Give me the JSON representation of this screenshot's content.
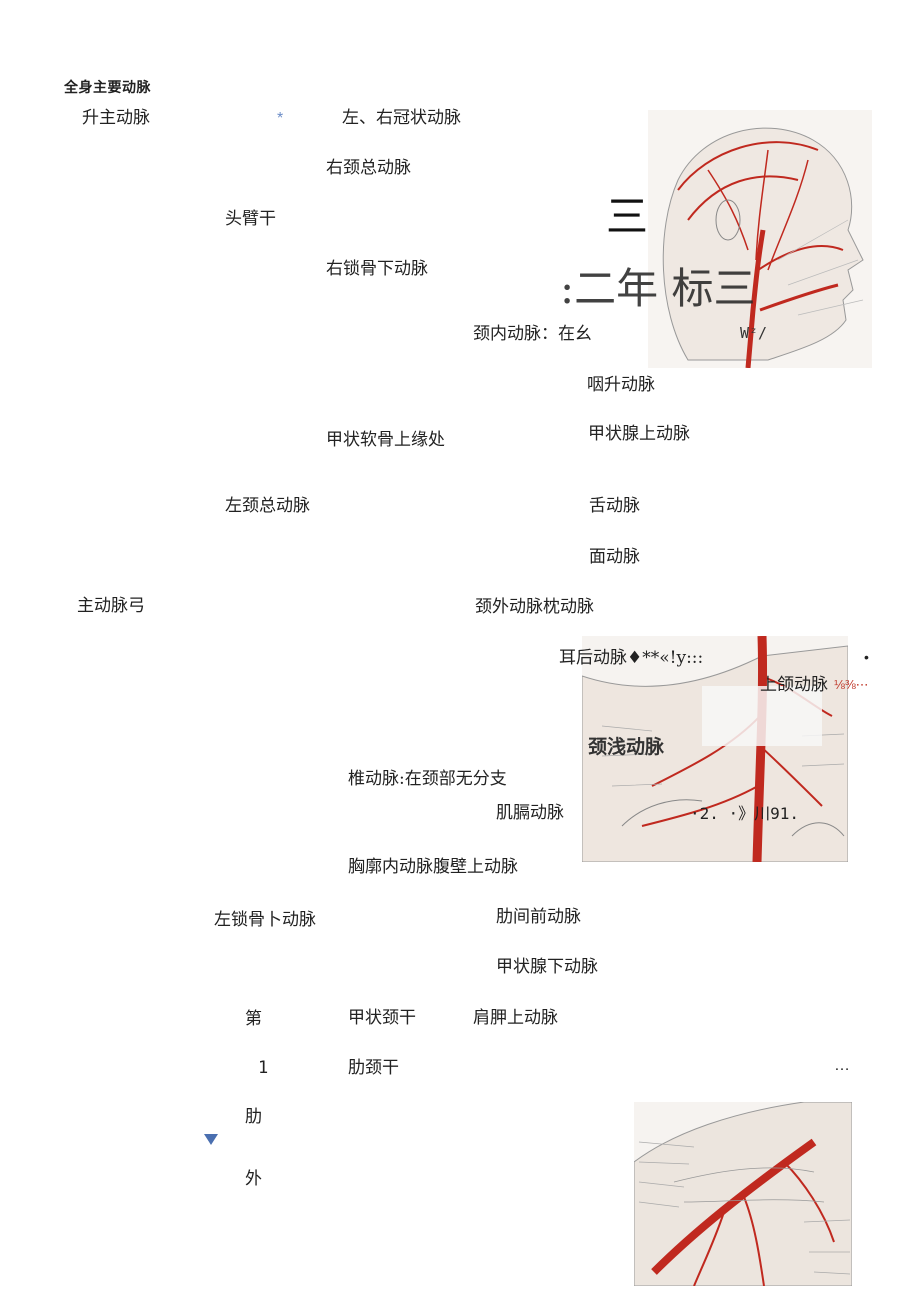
{
  "title": "全身主要动脉",
  "labels": {
    "ascending_aorta": "升主动脉",
    "asterisk": "*",
    "coronary": "左、右冠状动脉",
    "right_common_carotid": "右颈总动脉",
    "brachiocephalic": "头臂干",
    "right_subclavian": "右锁骨下动脉",
    "internal_carotid": "颈内动脉：在幺",
    "ascending_pharyngeal": "咽升动脉",
    "thyroid_cartilage": "甲状软骨上缘处",
    "superior_thyroid": "甲状腺上动脉",
    "left_common_carotid": "左颈总动脉",
    "lingual": "舌动脉",
    "facial": "面动脉",
    "aortic_arch": "主动脉弓",
    "external_carotid_occipital": "颈外动脉枕动脉",
    "posterior_auricular": "耳后动脉♦**«!y:::",
    "dot_right": "•",
    "maxillary": "上颌动脉",
    "maxillary_mark": "⅛⅜⋯",
    "vertebral": "椎动脉:在颈部无分支",
    "musculophrenic": "肌膈动脉",
    "garbled_2": "·2. ·》川91.",
    "internal_thoracic": "胸廓内动脉腹壁上动脉",
    "left_subclavian": "左锁骨卜动脉",
    "anterior_intercostal": "肋间前动脉",
    "inferior_thyroid": "甲状腺下动脉",
    "di": "第",
    "thyrocervical": "甲状颈干",
    "suprascapular": "肩胛上动脉",
    "one": "1",
    "costocervical": "肋颈干",
    "ellipsis": "…",
    "rib": "肋",
    "wai": "外"
  },
  "overlay": {
    "san": "三",
    "line2": ":二年 标三",
    "wz": "Wᶻ/",
    "figure_caption": "颈浅动脉"
  },
  "colors": {
    "artery_red": "#c0291f",
    "asterisk_blue": "#6b8cc7",
    "triangle_blue": "#4a6fb0",
    "mark_red": "#c0392b"
  }
}
